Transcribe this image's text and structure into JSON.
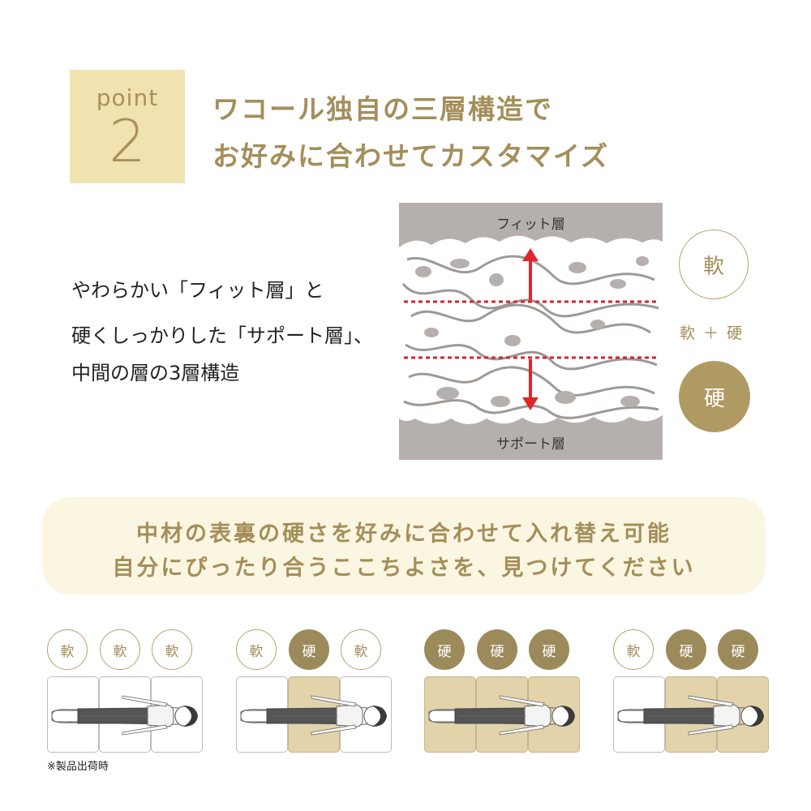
{
  "point": {
    "label": "point",
    "number": "2"
  },
  "headline": {
    "line1": "ワコール独自の三層構造で",
    "line2": "お好みに合わせてカスタマイズ"
  },
  "description": {
    "line1": "やわらかい「フィット層」と",
    "line2": "硬くしっかりした「サポート層」、",
    "line3": "中間の層の3層構造"
  },
  "diagram": {
    "top_label": "フィット層",
    "bottom_label": "サポート層",
    "arrow_color": "#e0262b",
    "background_color": "#b5b0ae"
  },
  "firmness": {
    "soft": "軟",
    "hard": "硬",
    "mix": "軟 ＋ 硬"
  },
  "banner": {
    "line1": "中材の表裏の硬さを好みに合わせて入れ替え可能",
    "line2": "自分にぴったり合うここちよさを、見つけてください"
  },
  "combinations": [
    {
      "labels": [
        "軟",
        "軟",
        "軟"
      ],
      "types": [
        "soft",
        "soft",
        "soft"
      ]
    },
    {
      "labels": [
        "軟",
        "硬",
        "軟"
      ],
      "types": [
        "soft",
        "hard",
        "soft"
      ]
    },
    {
      "labels": [
        "硬",
        "硬",
        "硬"
      ],
      "types": [
        "hard",
        "hard",
        "hard"
      ]
    },
    {
      "labels": [
        "軟",
        "硬",
        "硬"
      ],
      "types": [
        "soft",
        "hard",
        "hard"
      ]
    }
  ],
  "note": "※製品出荷時",
  "colors": {
    "gold": "#a48e5a",
    "point_box": "#f0e3b0",
    "banner_bg": "#fbf6e1",
    "hard_fill": "#9d8a5b",
    "hard_pad": "#e2d3ab"
  }
}
